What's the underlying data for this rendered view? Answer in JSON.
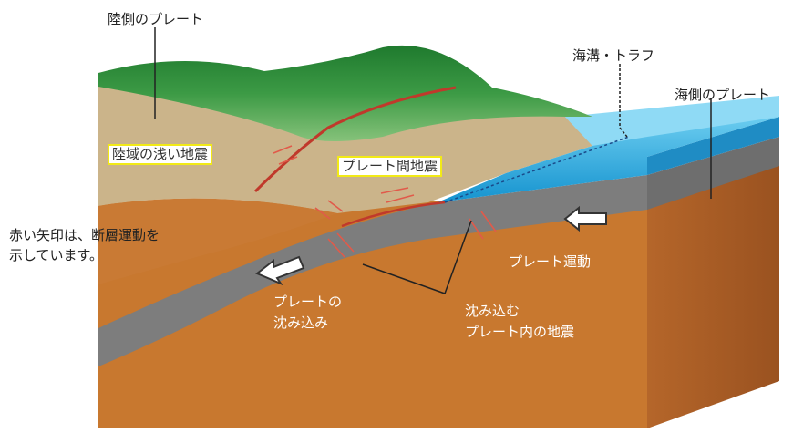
{
  "labels": {
    "continental_plate": "陸側のプレート",
    "trench_trough": "海溝・トラフ",
    "oceanic_plate": "海側のプレート",
    "shallow_quake": "陸域の浅い地震",
    "interplate_quake": "プレート間地震",
    "red_arrow_note_1": "赤い矢印は、断層運動を",
    "red_arrow_note_2": "示しています。",
    "plate_motion": "プレート運動",
    "subduction_1": "プレートの",
    "subduction_2": "沈み込み",
    "intraplate_quake_1": "沈み込む",
    "intraplate_quake_2": "プレート内の地震"
  },
  "colors": {
    "land_green": "#2f8a3a",
    "sediment_tan": "#cbb48a",
    "mantle_orange": "#c8782f",
    "plate_gray": "#7d7d7d",
    "ocean_blue": "#2ba6d8",
    "fault_red": "#c0392b",
    "callout_yellow": "#f2ea16"
  },
  "icons": [
    "plate-motion-arrow-icon",
    "subduction-arrow-icon"
  ]
}
